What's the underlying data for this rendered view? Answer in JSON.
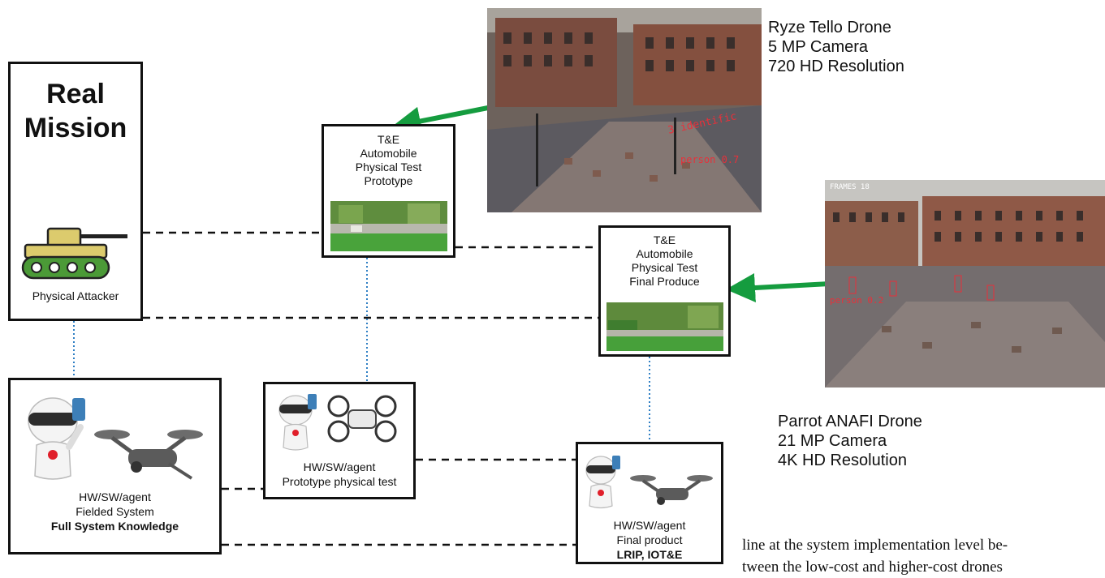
{
  "real_mission": {
    "title_line1": "Real",
    "title_line2": "Mission",
    "attacker_label": "Physical Attacker"
  },
  "te_prototype": {
    "line1": "T&E",
    "line2": "Automobile",
    "line3": "Physical Test",
    "line4": "Prototype"
  },
  "te_final": {
    "line1": "T&E",
    "line2": "Automobile",
    "line3": "Physical Test",
    "line4": "Final Produce"
  },
  "agent_fielded": {
    "line1": "HW/SW/agent",
    "line2": "Fielded System",
    "line3": "Full System Knowledge"
  },
  "agent_prototype": {
    "line1": "HW/SW/agent",
    "line2": "Prototype physical test"
  },
  "agent_final": {
    "line1": "HW/SW/agent",
    "line2": "Final product",
    "line3a": "LRIP",
    "line3b": ", IOT&E"
  },
  "tello": {
    "line1": "Ryze Tello Drone",
    "line2": "5 MP Camera",
    "line3": "720 HD Resolution",
    "overlay1": "3 identific",
    "overlay2": "person 0.7"
  },
  "anafi": {
    "line1": "Parrot ANAFI Drone",
    "line2": "21 MP Camera",
    "line3": "4K HD Resolution",
    "frames": "FRAMES 18",
    "overlay1": "person 0.2"
  },
  "body_text": {
    "line1": "line at the system implementation level be-",
    "line2": "tween the low-cost and higher-cost drones"
  },
  "colors": {
    "arrow": "#159c3f",
    "dotted": "#2f7fc4",
    "dashed": "#111111",
    "overlay_text": "#e8303a"
  }
}
